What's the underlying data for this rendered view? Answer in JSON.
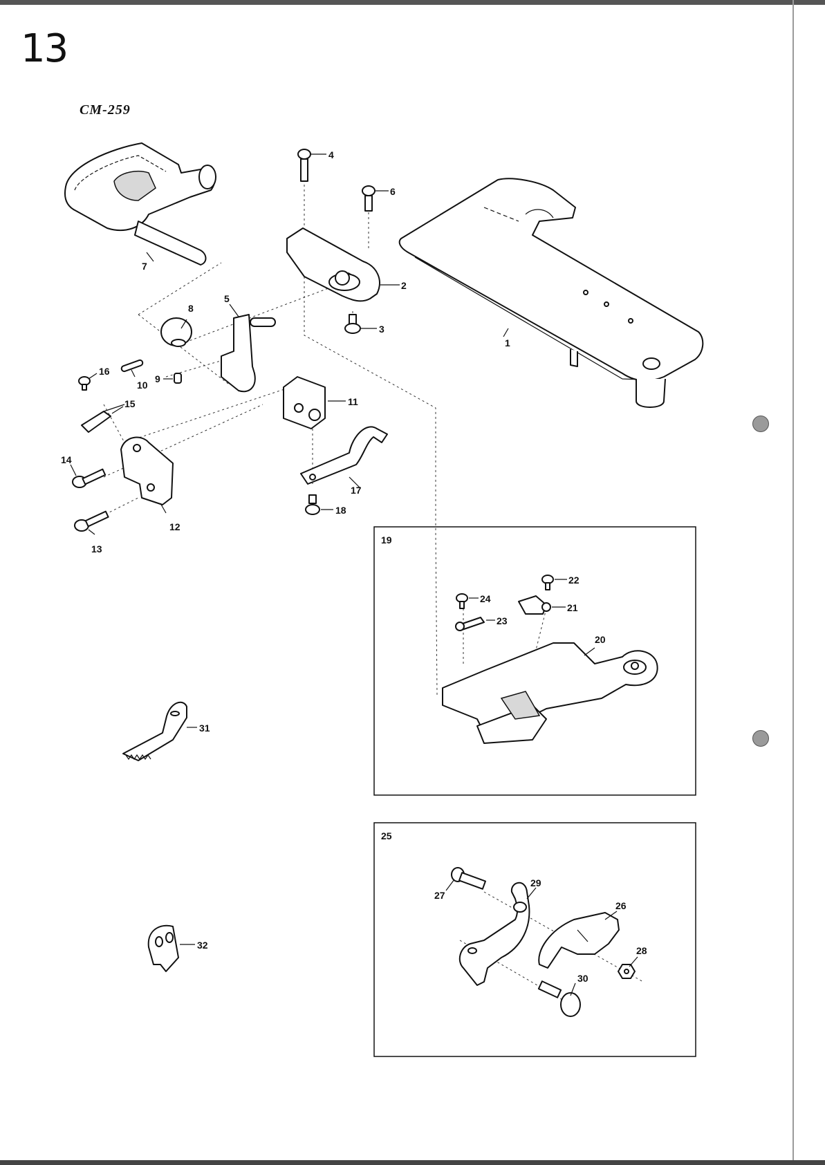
{
  "header": {
    "page_number": "13",
    "model_code": "CM-259"
  },
  "callouts": [
    "1",
    "2",
    "3",
    "4",
    "5",
    "6",
    "7",
    "8",
    "9",
    "10",
    "11",
    "12",
    "13",
    "14",
    "15",
    "16",
    "17",
    "18",
    "20",
    "21",
    "22",
    "23",
    "24",
    "26",
    "27",
    "28",
    "29",
    "30",
    "31",
    "32"
  ],
  "inset_boxes": {
    "box_a_label": "19",
    "box_b_label": "25"
  }
}
